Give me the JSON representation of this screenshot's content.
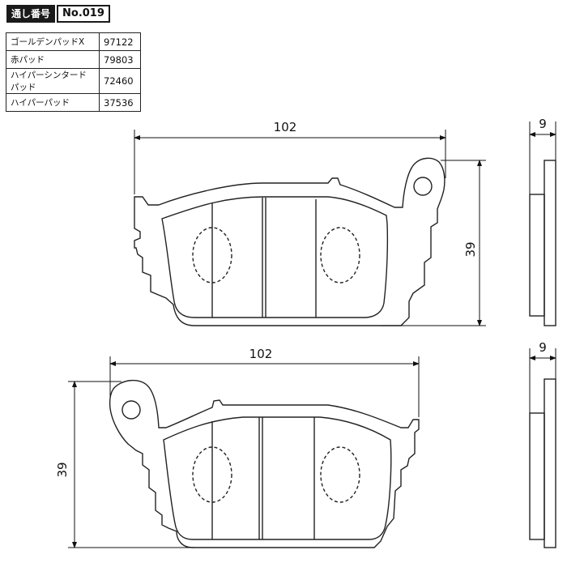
{
  "header": {
    "label": "通し番号",
    "number": "No.019"
  },
  "parts": [
    {
      "name": "ゴールデンパッドX",
      "code": "97122"
    },
    {
      "name": "赤パッド",
      "code": "79803"
    },
    {
      "name": "ハイパーシンタードパッド",
      "code": "72460"
    },
    {
      "name": "ハイパーパッド",
      "code": "37536"
    }
  ],
  "dimensions": {
    "top_width": "102",
    "top_height": "39",
    "top_thickness": "9",
    "bottom_width": "102",
    "bottom_height": "39",
    "bottom_thickness": "9"
  }
}
